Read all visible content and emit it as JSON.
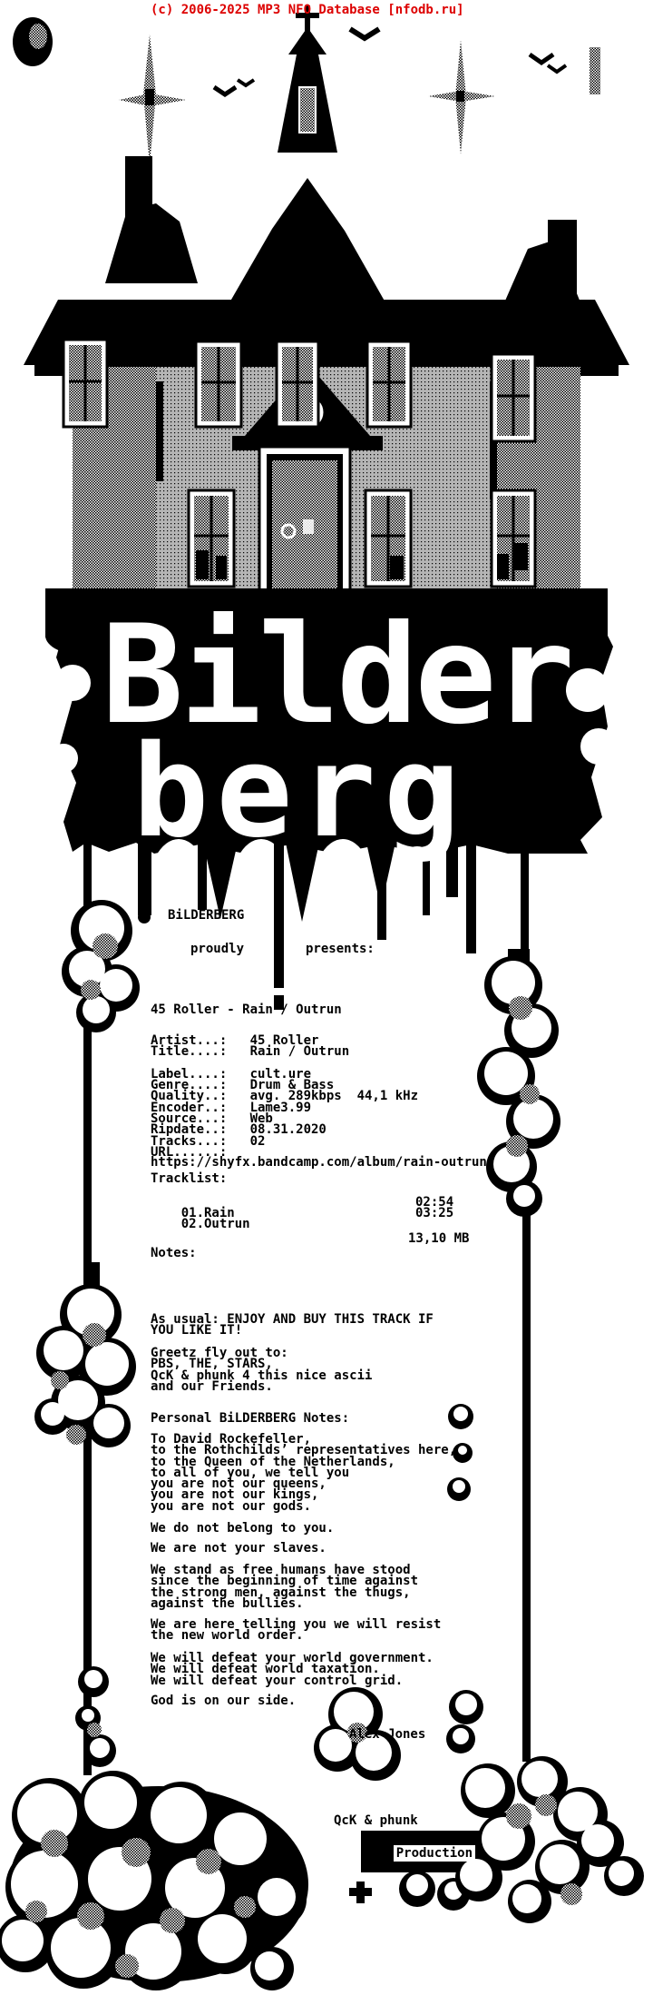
{
  "header": {
    "text": "(c) 2006-2025 MP3 NFO Database [nfodb.ru]",
    "color": "#dd0000"
  },
  "artwork": {
    "description": "Monochrome ANSI ASCII art: the Bilderberg hotel mansion dripping black ink, moon, sparkles, birds and ink clouds",
    "logo_top": "Bilder",
    "logo_bottom": "berg",
    "ink_color": "#000000"
  },
  "release": {
    "group": "BiLDERBERG",
    "proudly": "proudly",
    "presents": "presents:",
    "title": "45 Roller - Rain / Outrun",
    "fields": {
      "artist": "45 Roller",
      "title": "Rain / Outrun",
      "label": "cult.ure",
      "genre": "Drum & Bass",
      "quality": "avg. 289kbps  44,1 kHz",
      "encoder": "Lame3.99",
      "source": "Web",
      "ripdate": "08.31.2020",
      "tracks": "02"
    },
    "info_block": "Artist...:   45 Roller\nTitle....:   Rain / Outrun\n\nLabel....:   cult.ure\nGenre....:   Drum & Bass\nQuality..:   avg. 289kbps  44,1 kHz\nEncoder..:   Lame3.99\nSource...:   Web\nRipdate..:   08.31.2020\nTracks...:   02\nURL......:",
    "url": "https://shyfx.bandcamp.com/album/rain-outrun"
  },
  "tracklist": {
    "heading": "Tracklist:",
    "tracks": [
      {
        "label": "01.Rain",
        "duration": "02:54"
      },
      {
        "label": "02.Outrun",
        "duration": "03:25"
      }
    ],
    "total_size": "13,10 MB"
  },
  "notes_heading": "Notes:",
  "messages": [
    "As usual: ENJOY AND BUY THIS TRACK IF\nYOU LIKE IT!",
    "Greetz fly out to:\nPBS, THE, STARS,\nQcK & phunk 4 this nice ascii\nand our Friends.",
    "Personal BiLDERBERG Notes:",
    "To David Rockefeller,\nto the Rothchilds’ representatives here,\nto the Queen of the Netherlands,\nto all of you, we tell you\nyou are not our queens,\nyou are not our kings,\nyou are not our gods.",
    "We do not belong to you.",
    "We are not your slaves.",
    "We stand as free humans have stood\nsince the beginning of time against\nthe strong men, against the thugs,\nagainst the bullies.",
    "We are here telling you we will resist\nthe new world order.",
    "We will defeat your world government.\nWe will defeat world taxation.\nWe will defeat your control grid.",
    "God is on our side."
  ],
  "signature": "Alex Jones",
  "credits": {
    "by": "QcK & phunk",
    "production": "Production"
  }
}
